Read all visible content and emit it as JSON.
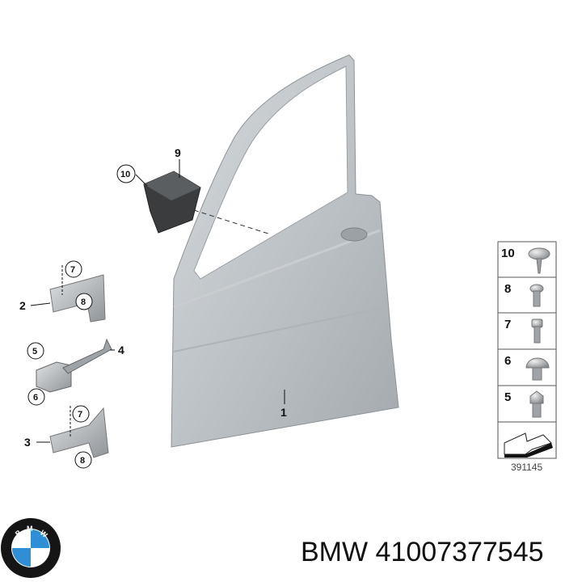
{
  "diagram": {
    "callouts": {
      "door": "1",
      "hinge_upper": "2",
      "hinge_lower": "3",
      "door_check": "4",
      "module": "9",
      "screw_10": "10",
      "screw_7_upper": "7",
      "screw_8_upper": "8",
      "screw_5": "5",
      "screw_6": "6",
      "screw_7_lower": "7",
      "screw_8_lower": "8"
    },
    "fastener_key": [
      "10",
      "8",
      "7",
      "6",
      "5"
    ],
    "reference_number": "391145"
  },
  "logo": {
    "text": "BMW",
    "colors": {
      "blue": "#2f8fd6",
      "white": "#ffffff",
      "ring": "#111111"
    }
  },
  "caption": "BMW 41007377545"
}
